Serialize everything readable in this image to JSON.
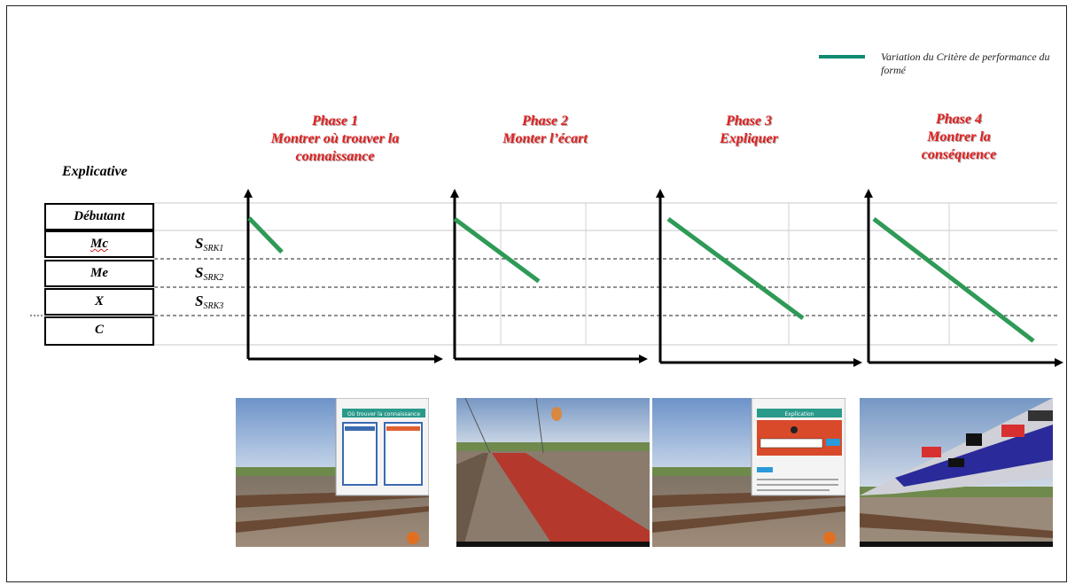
{
  "legend": {
    "label": "Variation du Critère de performance du formé",
    "color": "#0e8a70"
  },
  "heading": "Explicative",
  "levels": [
    {
      "label": "Débutant"
    },
    {
      "label": "Mc"
    },
    {
      "label": "Me"
    },
    {
      "label": "X"
    },
    {
      "label": "C"
    }
  ],
  "thresholds": [
    {
      "main": "S",
      "sub": "SRK1"
    },
    {
      "main": "S",
      "sub": "SRK2"
    },
    {
      "main": "S",
      "sub": "SRK3"
    }
  ],
  "phases": [
    {
      "number": "Phase 1",
      "title_line1": "Montrer où trouver la",
      "title_line2": "connaissance",
      "drop_level": 1.2
    },
    {
      "number": "Phase 2",
      "title_line1": "Monter l’écart",
      "title_line2": "",
      "drop_level": 2.2
    },
    {
      "number": "Phase 3",
      "title_line1": "Expliquer",
      "title_line2": "",
      "drop_level": 3.5
    },
    {
      "number": "Phase 4",
      "title_line1": "Montrer la",
      "title_line2": "conséquence",
      "drop_level": 4.3
    }
  ],
  "screenshots": [
    {
      "name": "phase1-screenshot",
      "overlay_title": "Où trouver la connaissance"
    },
    {
      "name": "phase2-screenshot",
      "overlay_title": ""
    },
    {
      "name": "phase3-screenshot",
      "overlay_title": "Explication"
    },
    {
      "name": "phase4-screenshot",
      "overlay_title": ""
    }
  ],
  "colors": {
    "title_red": "#e02020",
    "line_green": "#2e9a56",
    "rail_red": "#b4382c"
  }
}
